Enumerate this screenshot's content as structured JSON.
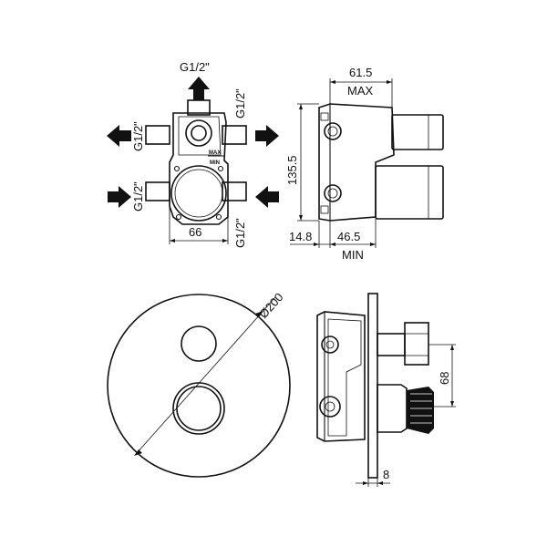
{
  "labels": {
    "thread_top": "G1/2\"",
    "thread_top_right": "G1/2\"",
    "thread_left_upper": "G1/2\"",
    "thread_left_lower": "G1/2\"",
    "thread_bottom_right": "G1/2\"",
    "width_66": "66",
    "marker_max": "MAX",
    "marker_min": "MIN",
    "side_depth_max_value": "61.5",
    "side_depth_max_label": "MAX",
    "height_135": "135.5",
    "depth_14": "14.8",
    "depth_46": "46.5",
    "depth_min_label": "MIN",
    "diameter_200": "Ø200",
    "spacing_68": "68",
    "plate_8": "8"
  },
  "colors": {
    "line": "#111111",
    "background": "#ffffff"
  },
  "icons": {
    "arrow_out_up": "arrow-up-icon",
    "arrow_out_left": "arrow-left-icon",
    "arrow_out_right": "arrow-right-icon",
    "arrow_in_left": "arrow-right-icon",
    "arrow_in_right": "arrow-left-icon"
  }
}
